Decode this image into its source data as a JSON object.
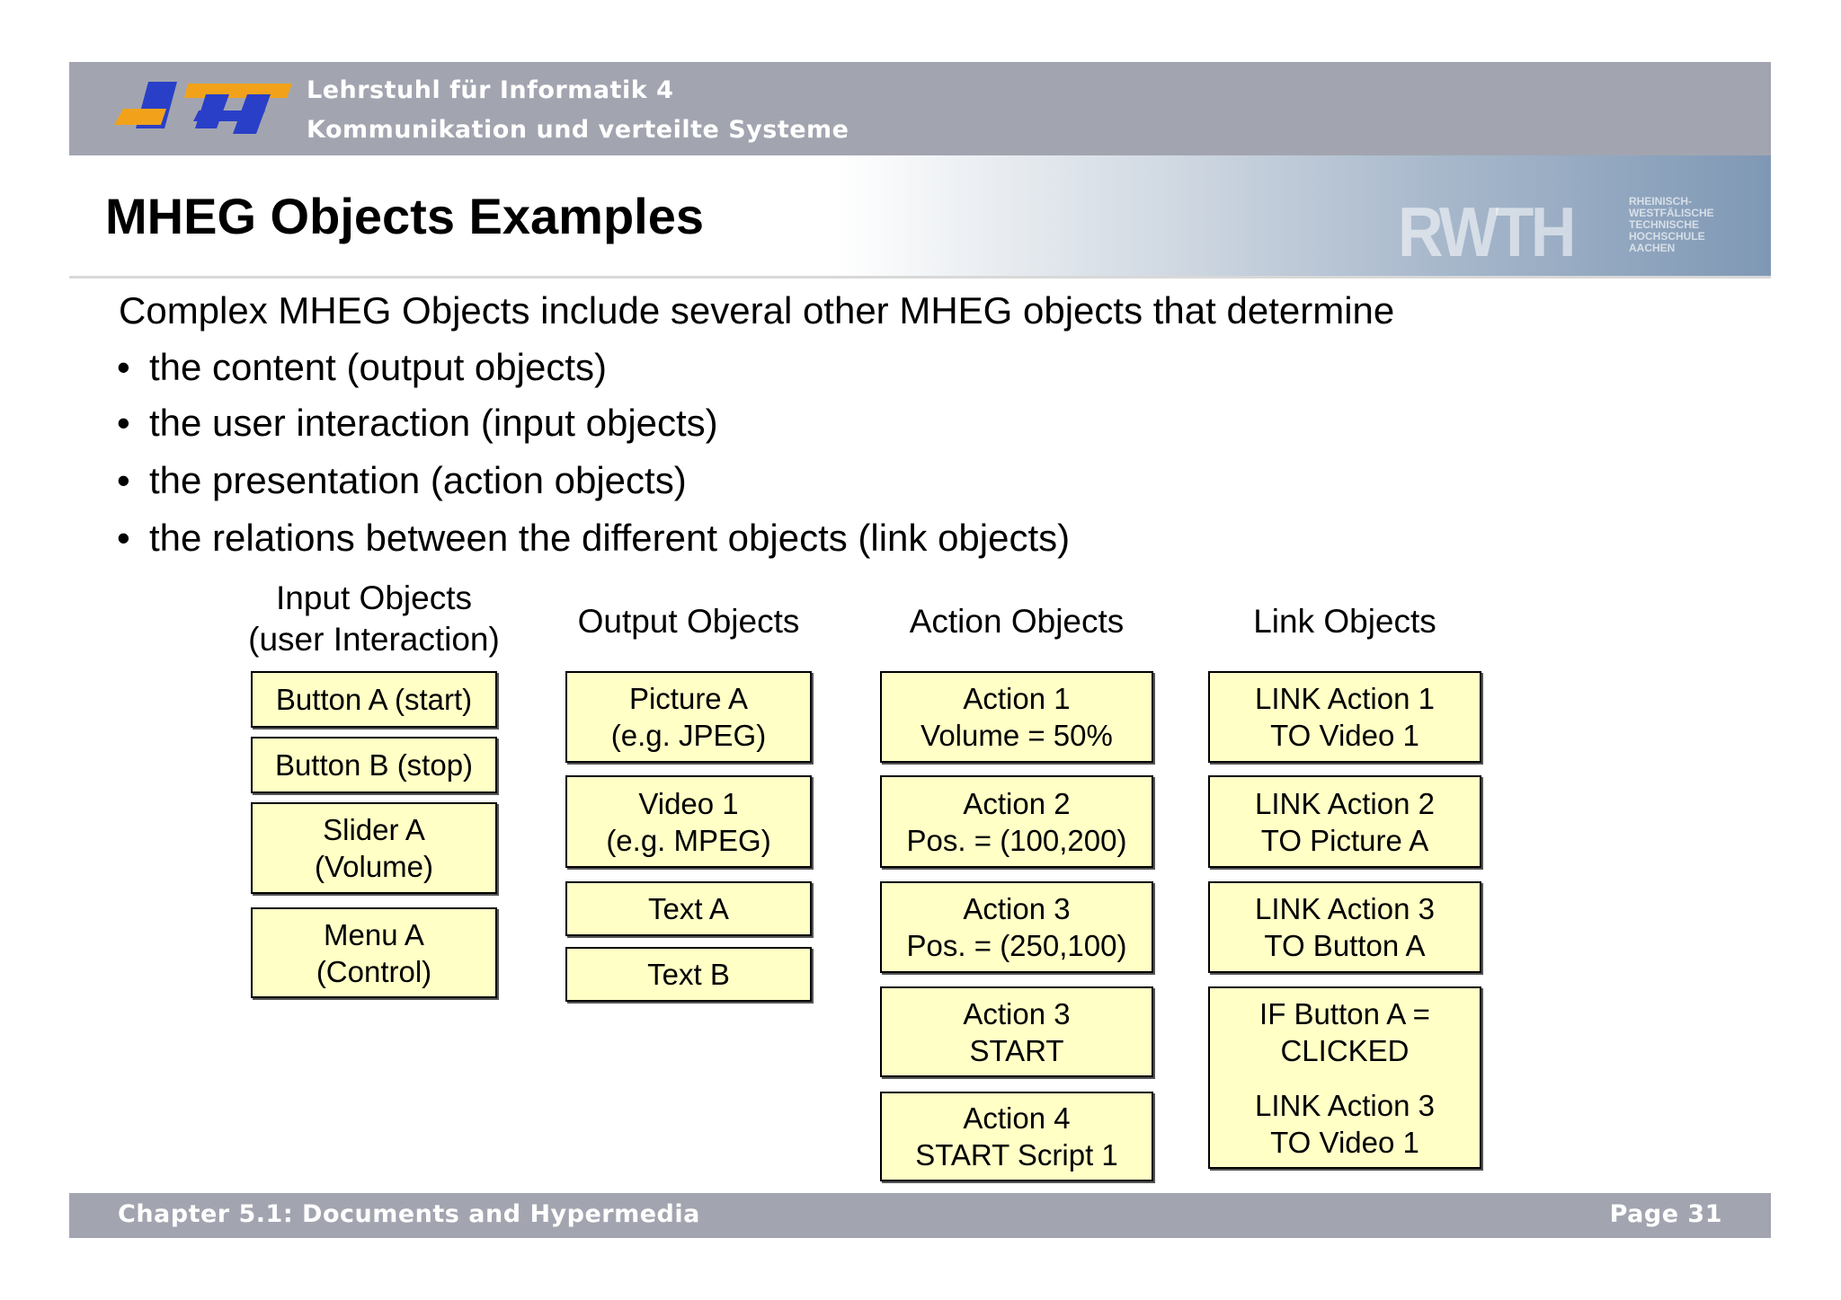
{
  "header": {
    "line1": "Lehrstuhl für Informatik 4",
    "line2": "Kommunikation und verteilte Systeme",
    "logo_text": "i4",
    "university_logo": "RWTH",
    "university_sub": "RHEINISCH-WESTFÄLISCHE TECHNISCHE HOCHSCHULE AACHEN"
  },
  "title": "MHEG Objects Examples",
  "intro": "Complex MHEG Objects include several other MHEG objects that determine",
  "bullets": [
    "the content (output objects)",
    "the user interaction (input objects)",
    "the presentation (action objects)",
    "the relations between the different objects (link objects)"
  ],
  "columns": {
    "input": {
      "h1": "Input Objects",
      "h2": "(user Interaction)",
      "items": [
        [
          "Button A (start)"
        ],
        [
          "Button B (stop)"
        ],
        [
          "Slider A",
          "(Volume)"
        ],
        [
          "Menu A",
          "(Control)"
        ]
      ]
    },
    "output": {
      "h1": "Output Objects",
      "items": [
        [
          "Picture A",
          "(e.g. JPEG)"
        ],
        [
          "Video 1",
          "(e.g. MPEG)"
        ],
        [
          "Text A"
        ],
        [
          "Text B"
        ]
      ]
    },
    "action": {
      "h1": "Action Objects",
      "items": [
        [
          "Action 1",
          "Volume =  50%"
        ],
        [
          "Action 2",
          "Pos. =  (100,200)"
        ],
        [
          "Action 3",
          "Pos. = (250,100)"
        ],
        [
          "Action 3",
          "START"
        ],
        [
          "Action 4",
          "START Script 1"
        ]
      ]
    },
    "link": {
      "h1": "Link Objects",
      "items": [
        [
          "LINK Action 1",
          "TO Video 1"
        ],
        [
          "LINK Action 2",
          "TO Picture A"
        ],
        [
          "LINK Action 3",
          "TO Button A"
        ],
        [
          "IF Button A =",
          "CLICKED",
          "LINK Action 3",
          "TO Video 1"
        ]
      ]
    }
  },
  "footer": {
    "chapter": "Chapter 5.1: Documents and Hypermedia",
    "page": "Page 31"
  },
  "colors": {
    "box_fill": "#ffffc6",
    "bar": "#a2a5b0"
  }
}
